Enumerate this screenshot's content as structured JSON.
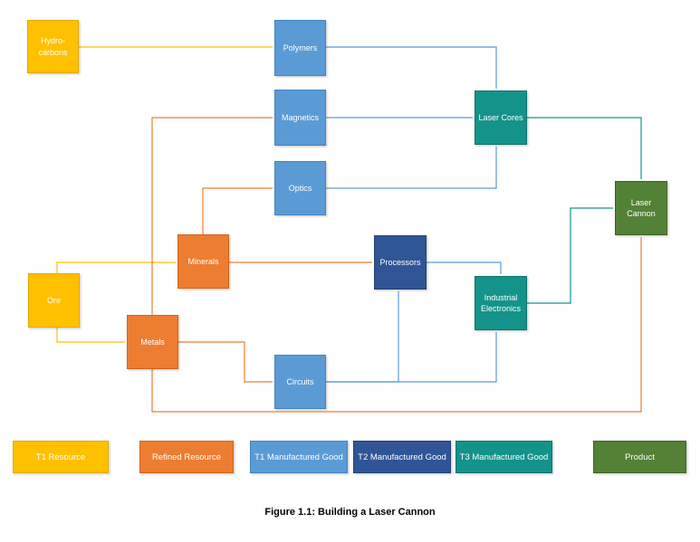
{
  "figure": {
    "caption": "Figure 1.1: Building a Laser Cannon"
  },
  "colors": {
    "t1_resource": "#FFC000",
    "refined_resource": "#ED7D31",
    "t1_manufactured_good": "#5B9BD5",
    "t2_manufactured_good": "#2F5597",
    "t3_manufactured_good": "#14938A",
    "product": "#538135"
  },
  "nodes": {
    "hydrocarbons": {
      "label": "Hydro-carbons",
      "category": "T1 Resource"
    },
    "ore": {
      "label": "Ore",
      "category": "T1 Resource"
    },
    "minerals": {
      "label": "Minerals",
      "category": "Refined Resource"
    },
    "metals": {
      "label": "Metals",
      "category": "Refined Resource"
    },
    "polymers": {
      "label": "Polymers",
      "category": "T1 Manufactured Good"
    },
    "magnetics": {
      "label": "Magnetics",
      "category": "T1 Manufactured Good"
    },
    "optics": {
      "label": "Optics",
      "category": "T1 Manufactured Good"
    },
    "circuits": {
      "label": "Circuits",
      "category": "T1 Manufactured Good"
    },
    "processors": {
      "label": "Processors",
      "category": "T2 Manufactured Good"
    },
    "laser_cores": {
      "label": "Laser Cores",
      "category": "T3 Manufactured Good"
    },
    "industrial_electronics": {
      "label": "Industrial Electronics",
      "category": "T3 Manufactured Good"
    },
    "laser_cannon": {
      "label": "Laser Cannon",
      "category": "Product"
    }
  },
  "edges": [
    {
      "from": "hydrocarbons",
      "to": "polymers"
    },
    {
      "from": "ore",
      "to": "minerals"
    },
    {
      "from": "ore",
      "to": "metals"
    },
    {
      "from": "metals",
      "to": "magnetics"
    },
    {
      "from": "metals",
      "to": "circuits"
    },
    {
      "from": "metals",
      "to": "laser_cannon"
    },
    {
      "from": "minerals",
      "to": "optics"
    },
    {
      "from": "minerals",
      "to": "processors"
    },
    {
      "from": "polymers",
      "to": "laser_cores"
    },
    {
      "from": "magnetics",
      "to": "laser_cores"
    },
    {
      "from": "optics",
      "to": "laser_cores"
    },
    {
      "from": "circuits",
      "to": "processors"
    },
    {
      "from": "circuits",
      "to": "industrial_electronics"
    },
    {
      "from": "processors",
      "to": "industrial_electronics"
    },
    {
      "from": "laser_cores",
      "to": "laser_cannon"
    },
    {
      "from": "industrial_electronics",
      "to": "laser_cannon"
    }
  ],
  "legend": {
    "items": [
      {
        "label": "T1 Resource"
      },
      {
        "label": "Refined Resource"
      },
      {
        "label": "T1 Manufactured Good"
      },
      {
        "label": "T2 Manufactured Good"
      },
      {
        "label": "T3 Manufactured Good"
      },
      {
        "label": "Product"
      }
    ]
  }
}
